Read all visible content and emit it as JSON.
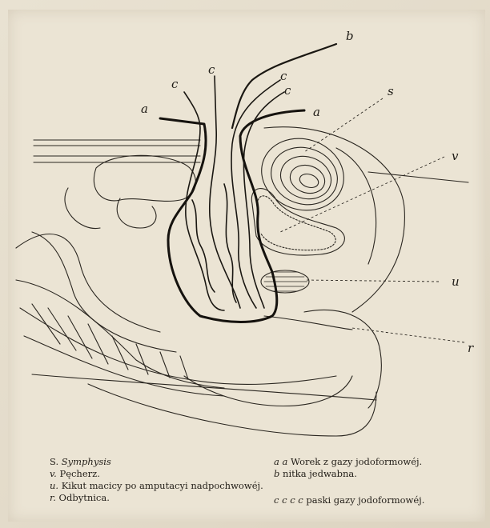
{
  "labels": {
    "b": "b",
    "c": "c",
    "a": "a",
    "s": "s",
    "v": "v",
    "u": "u",
    "r": "r"
  },
  "caption": {
    "s_key": "S.",
    "s_text": "Symphysis",
    "v_key": "v.",
    "v_text": "Pęcherz.",
    "u_key": "u.",
    "u_text": "Kikut macicy po amputacyi nadpochwowéj.",
    "r_key": "r.",
    "r_text": "Odbytnica.",
    "aa_key": "a a",
    "aa_text": "Worek z gazy jodoformowéj.",
    "b_key": "b",
    "b_text": "nitka jedwabna.",
    "cccc_key": "c c c c",
    "cccc_text": "paski gazy jodoformowéj."
  },
  "colors": {
    "paper": "#ebe4d4",
    "ink": "#1e1b16"
  }
}
